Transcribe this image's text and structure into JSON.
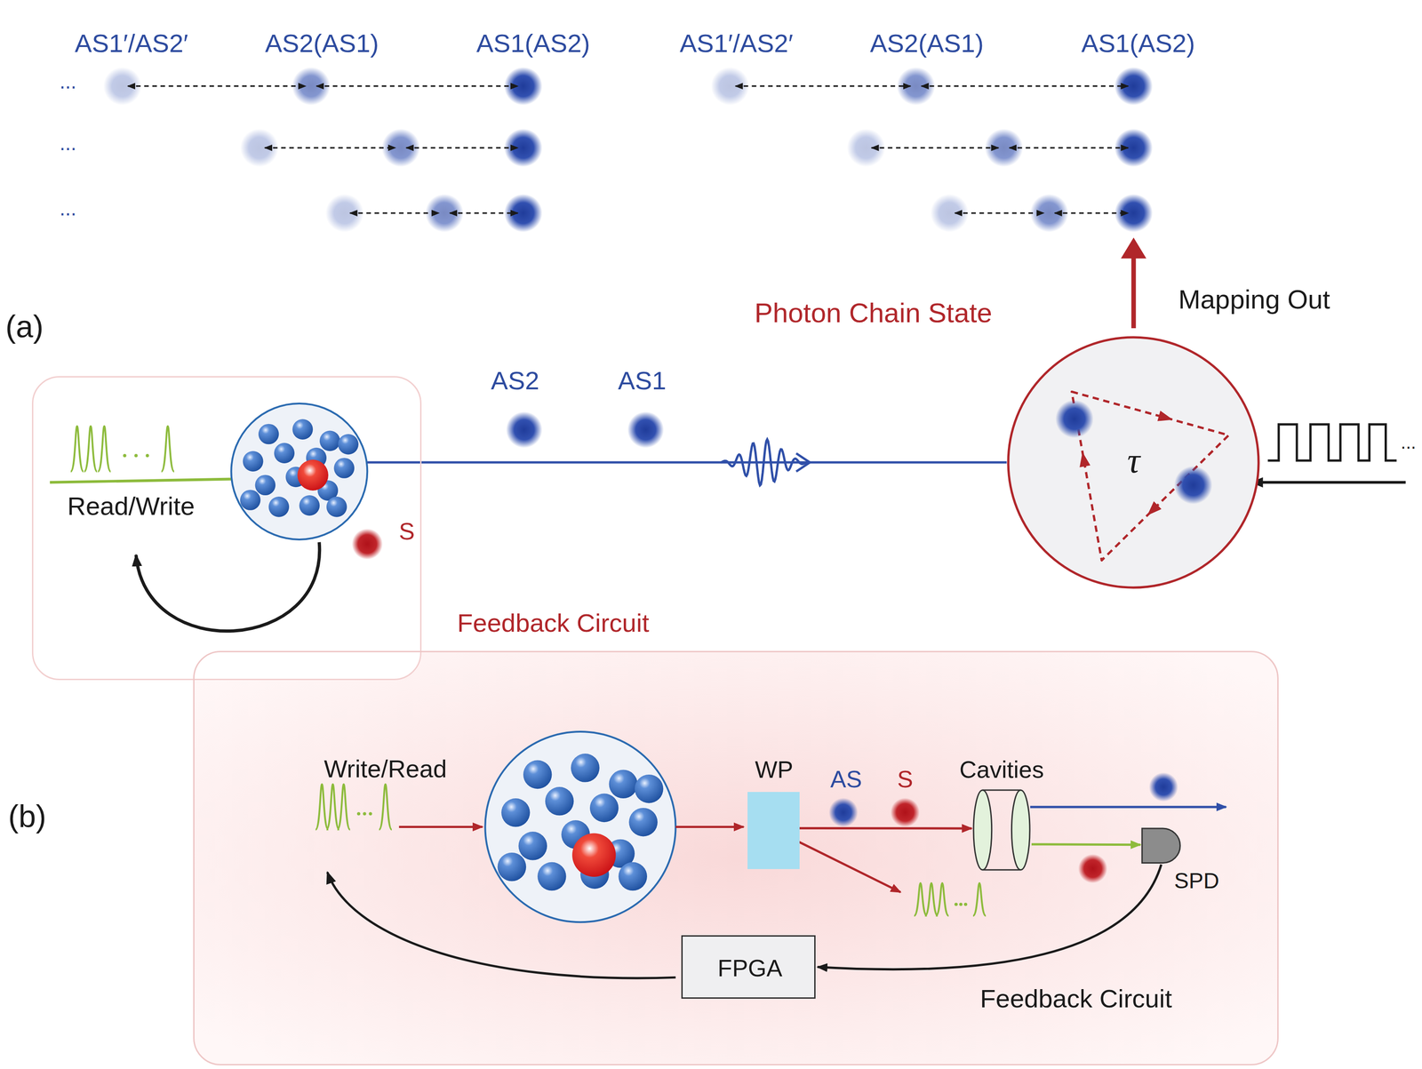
{
  "diagram": {
    "nodes": [
      {
        "text": [
          "Read/Write",
          "S"
        ]
      },
      {
        "text": [
          "τ"
        ]
      },
      {
        "text": [
          "Feedback Circuit"
        ]
      },
      {
        "text": [
          "WP"
        ],
        "in": 2
      },
      {
        "text": [
          "Cavities"
        ],
        "in": 2
      },
      {
        "text": [
          "SPD"
        ],
        "in": 2
      },
      {
        "text": [
          "FPGA"
        ],
        "in": 2
      }
    ],
    "edges": [
      {
        "from": 3,
        "to": 4,
        "arrow": "to"
      },
      {
        "from": 4,
        "to": 5,
        "arrow": "to"
      },
      {
        "from": 5,
        "to": 6,
        "arrow": "to"
      }
    ],
    "labels": [
      "AS1′/AS2′",
      "AS2(AS1)",
      "AS1(AS2)",
      "AS1′/AS2′",
      "AS2(AS1)",
      "AS1(AS2)",
      "...",
      "...",
      "...",
      "(a)",
      "Photon Chain State",
      "Mapping Out",
      "AS2",
      "AS1",
      "...",
      "Feedback Circuit",
      "(b)",
      "Write/Read",
      "AS",
      "S"
    ]
  }
}
